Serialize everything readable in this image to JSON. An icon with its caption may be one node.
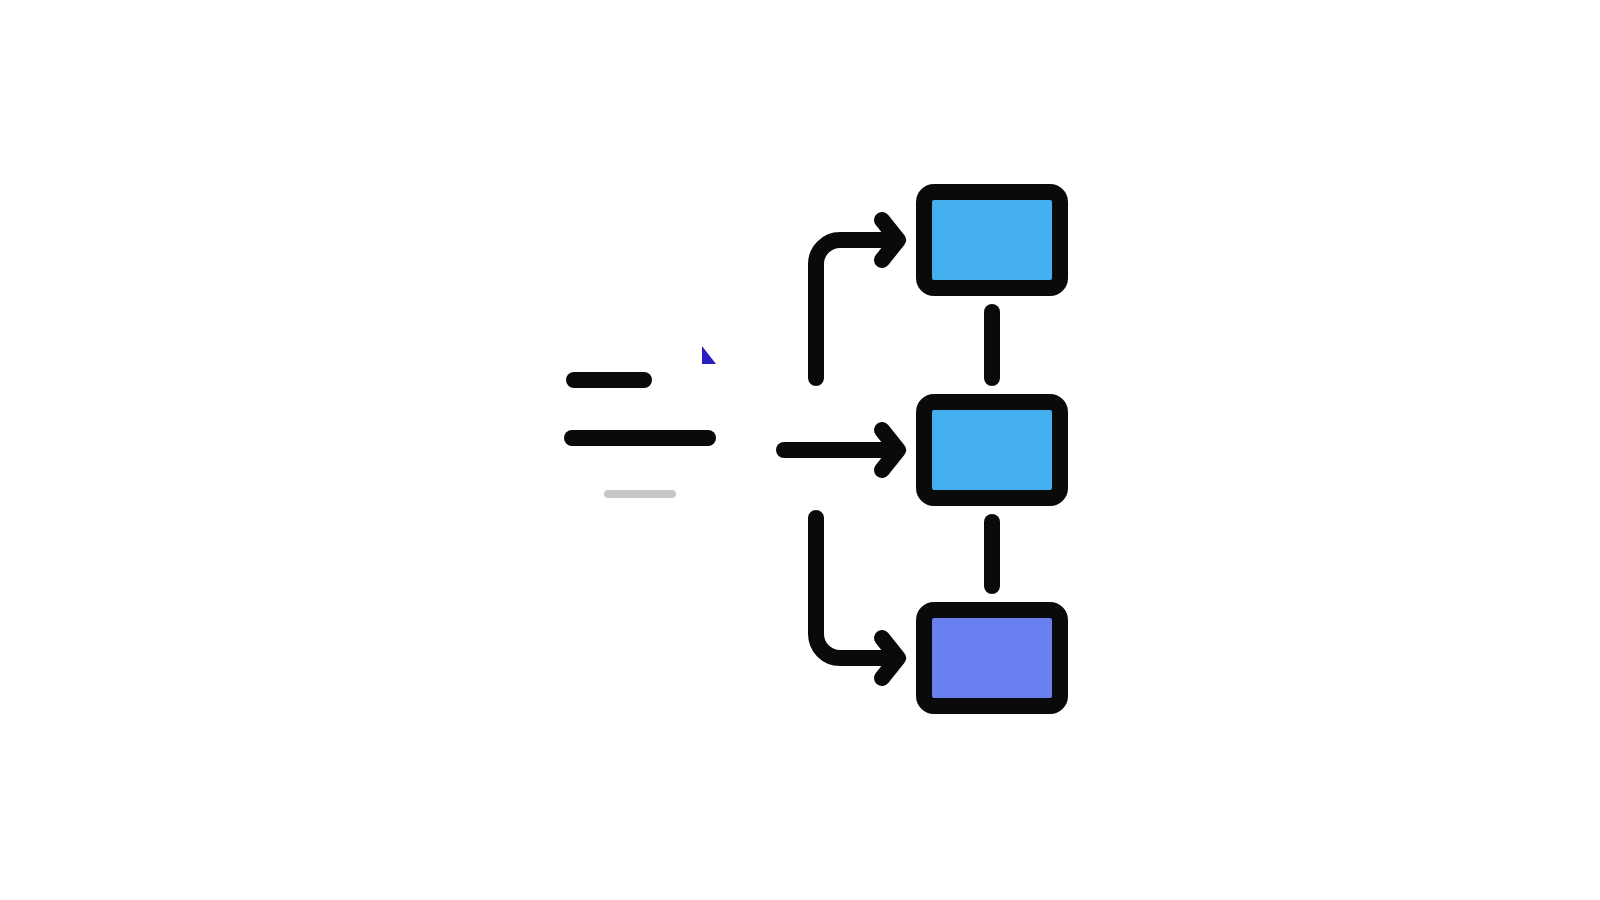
{
  "diagram": {
    "nodes": [
      {
        "text": [],
        "shape": "box"
      },
      {
        "text": [],
        "shape": "box"
      },
      {
        "text": [],
        "shape": "box"
      }
    ],
    "edges": [
      {
        "from": null,
        "to": 0,
        "arrow": "to"
      },
      {
        "from": null,
        "to": 1,
        "arrow": "to"
      },
      {
        "from": null,
        "to": 2,
        "arrow": "to"
      },
      {
        "from": 0,
        "to": 1,
        "arrow": "none"
      },
      {
        "from": 1,
        "to": 2,
        "arrow": "none"
      }
    ]
  }
}
